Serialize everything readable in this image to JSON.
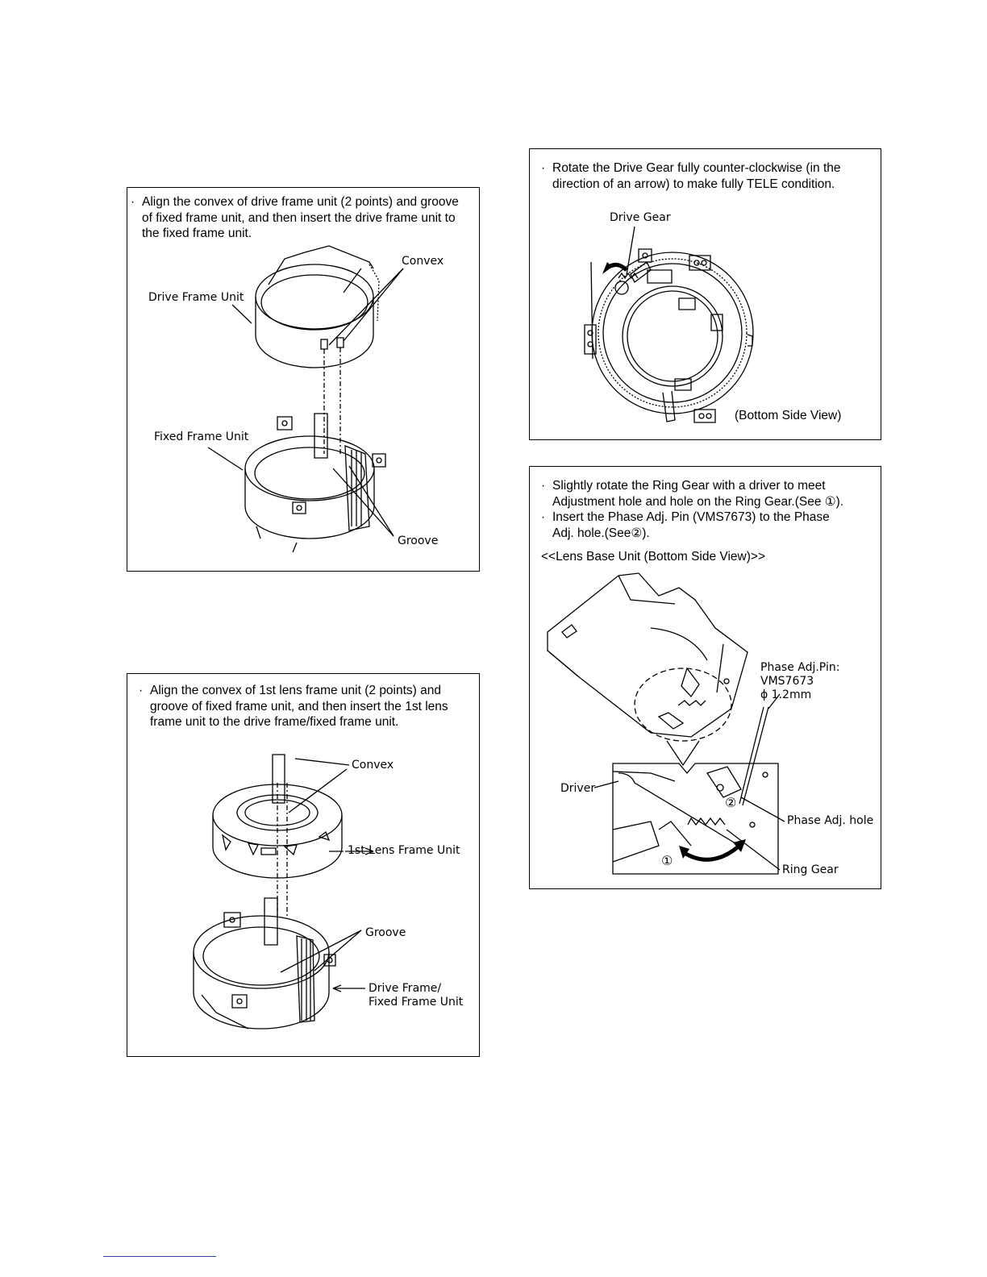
{
  "panels": {
    "drive_frame": {
      "instruction": "Align the convex of drive frame unit (2 points) and groove\nof fixed frame unit, and then insert the drive frame unit to\nthe fixed frame unit.",
      "labels": {
        "convex": "Convex",
        "drive_frame_unit": "Drive Frame Unit",
        "fixed_frame_unit": "Fixed Frame Unit",
        "groove": "Groove"
      }
    },
    "lens_frame": {
      "instruction": "Align the convex of 1st lens frame unit (2 points) and\ngroove of fixed frame unit, and then insert the 1st lens\nframe unit to the drive frame/fixed frame unit.",
      "labels": {
        "convex": "Convex",
        "first_lens_frame_unit": "1st Lens Frame Unit",
        "groove": "Groove",
        "drive_fixed_frame_unit": "Drive Frame/\nFixed Frame Unit"
      }
    },
    "drive_gear": {
      "instruction": "Rotate the Drive Gear fully counter-clockwise (in the\ndirection of an arrow) to make fully TELE condition.",
      "labels": {
        "drive_gear": "Drive Gear",
        "view": "(Bottom Side View)"
      }
    },
    "ring_gear": {
      "instructions": [
        "Slightly rotate the Ring Gear with a driver to meet\nAdjustment hole and hole on the Ring Gear.(See ①).",
        "Insert the Phase Adj. Pin (VMS7673) to the Phase\nAdj. hole.(See②)."
      ],
      "caption": "<<Lens Base Unit (Bottom Side View)>>",
      "labels": {
        "phase_adj_pin": "Phase Adj.Pin:\nVMS7673\nϕ 1.2mm",
        "driver": "Driver",
        "circled_two": "②",
        "phase_adj_hole": "Phase Adj. hole",
        "circled_one": "①",
        "ring_gear": "Ring Gear"
      }
    }
  },
  "bullet": "·"
}
